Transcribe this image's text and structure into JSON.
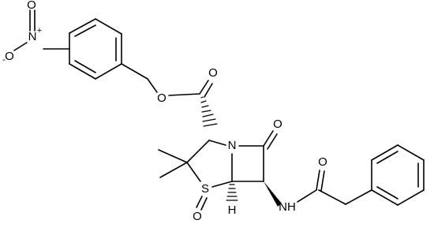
{
  "atoms": {
    "O_nitro_top": "O",
    "N_nitro": "N",
    "N_nitro_charge": "+",
    "O_nitro_minus": "O",
    "O_nitro_minus_charge": "-",
    "O_ester_single": "O",
    "O_ester_double": "O",
    "N_ring": "N",
    "O_lactam": "O",
    "S_ring": "S",
    "O_sulfoxide": "O",
    "H_stereo": "H",
    "NH_amide": "NH",
    "O_amide": "O"
  }
}
